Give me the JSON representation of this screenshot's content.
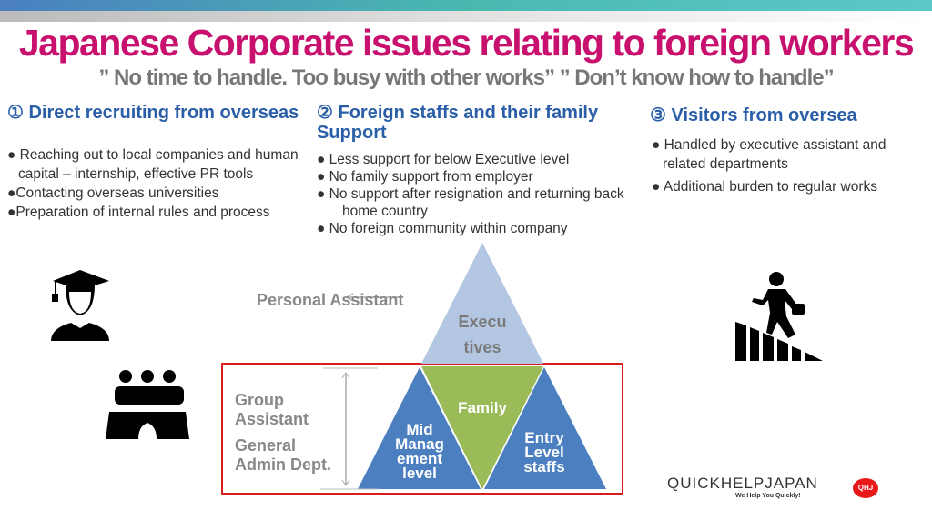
{
  "title": "Japanese Corporate issues  relating to foreign workers",
  "subtitle": "” No time to handle. Too busy with other works” ” Don’t know how to handle”",
  "sections": [
    {
      "heading": "① Direct recruiting from overseas",
      "items": [
        "● Reaching out to local companies and human capital – internship, effective PR tools",
        "●Contacting overseas universities",
        "●Preparation of internal rules and process"
      ]
    },
    {
      "heading": "② Foreign staffs and their family Support",
      "items": [
        "●   Less support for below Executive level",
        "●   No family support from employer",
        "●   No support after resignation and returning back home country",
        "●   No foreign community within company"
      ]
    },
    {
      "heading": "③ Visitors from oversea",
      "items": [
        "● Handled by executive assistant and related departments",
        "● Additional burden to regular works"
      ]
    }
  ],
  "diagram": {
    "personal_assistant": "Personal Assistant",
    "group_assistant": "Group Assistant",
    "general_admin": "General Admin Dept.",
    "executives": [
      "Execu",
      "tives"
    ],
    "family": "Family",
    "mid": [
      "Mid",
      "Manag",
      "ement",
      "level"
    ],
    "entry": [
      "Entry",
      "Level",
      "staffs"
    ],
    "colors": {
      "executives": "#b4c7e2",
      "blue": "#4b7fbf",
      "family": "#9bbb59",
      "box": "#d91c1c"
    }
  },
  "logo": {
    "name": "QUICKHELPJAPAN",
    "tagline": "We Help You Quickly!",
    "badge": "QHJ"
  }
}
